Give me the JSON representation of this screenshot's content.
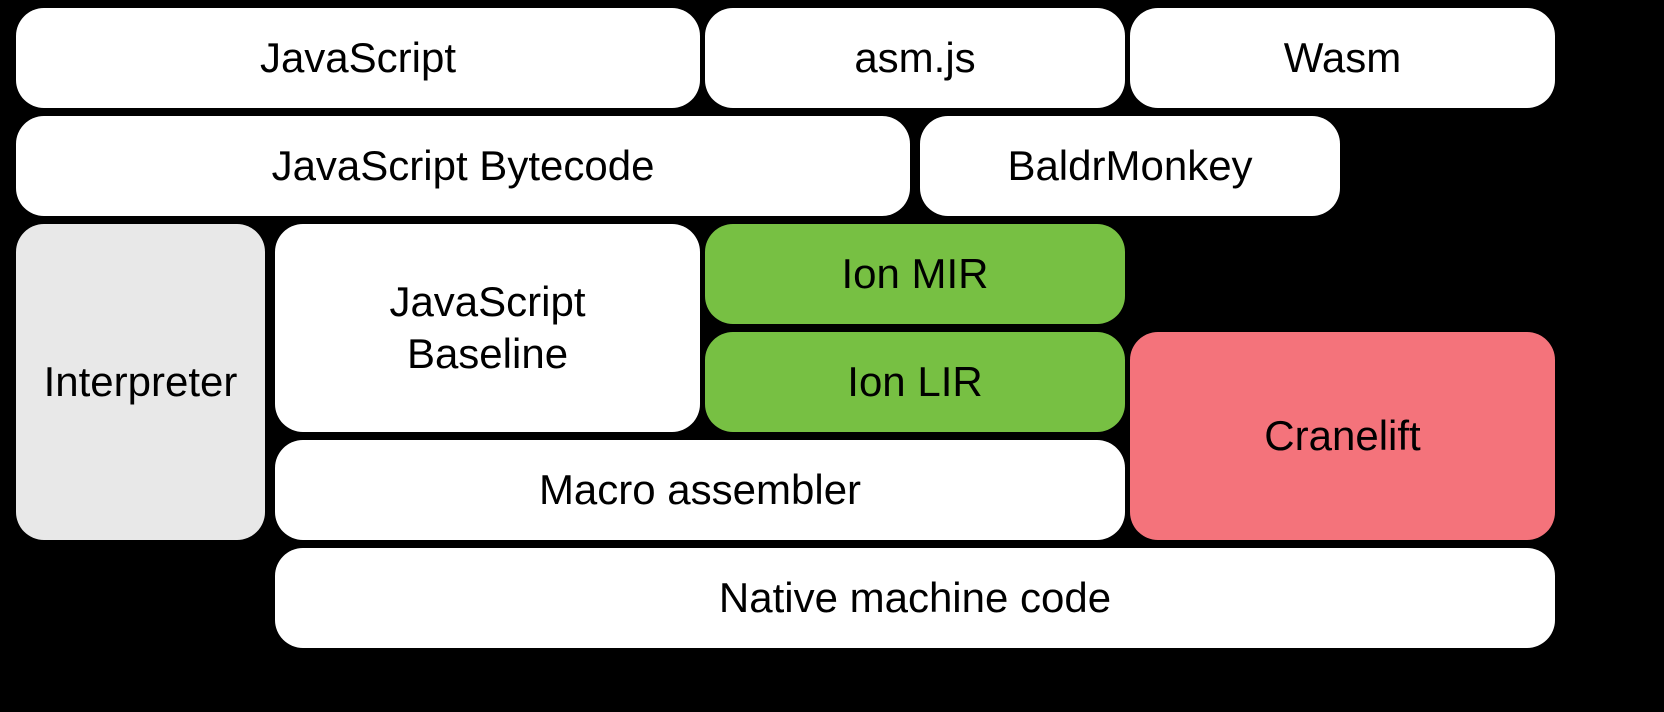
{
  "background": "#000000",
  "text_color": "#000000",
  "nodes": {
    "javascript": {
      "label": "JavaScript",
      "color": "#ffffff"
    },
    "asmjs": {
      "label": "asm.js",
      "color": "#ffffff"
    },
    "wasm": {
      "label": "Wasm",
      "color": "#ffffff"
    },
    "js_bytecode": {
      "label": "JavaScript Bytecode",
      "color": "#ffffff"
    },
    "baldrmonkey": {
      "label": "BaldrMonkey",
      "color": "#ffffff"
    },
    "interpreter": {
      "label": "Interpreter",
      "color": "#e8e8e8"
    },
    "js_baseline": {
      "label": "JavaScript\nBaseline",
      "color": "#ffffff"
    },
    "ion_mir": {
      "label": "Ion MIR",
      "color": "#77c043"
    },
    "ion_lir": {
      "label": "Ion LIR",
      "color": "#77c043"
    },
    "cranelift": {
      "label": "Cranelift",
      "color": "#f4737b"
    },
    "macro_assembler": {
      "label": "Macro assembler",
      "color": "#ffffff"
    },
    "native_machine_code": {
      "label": "Native machine code",
      "color": "#ffffff"
    }
  }
}
